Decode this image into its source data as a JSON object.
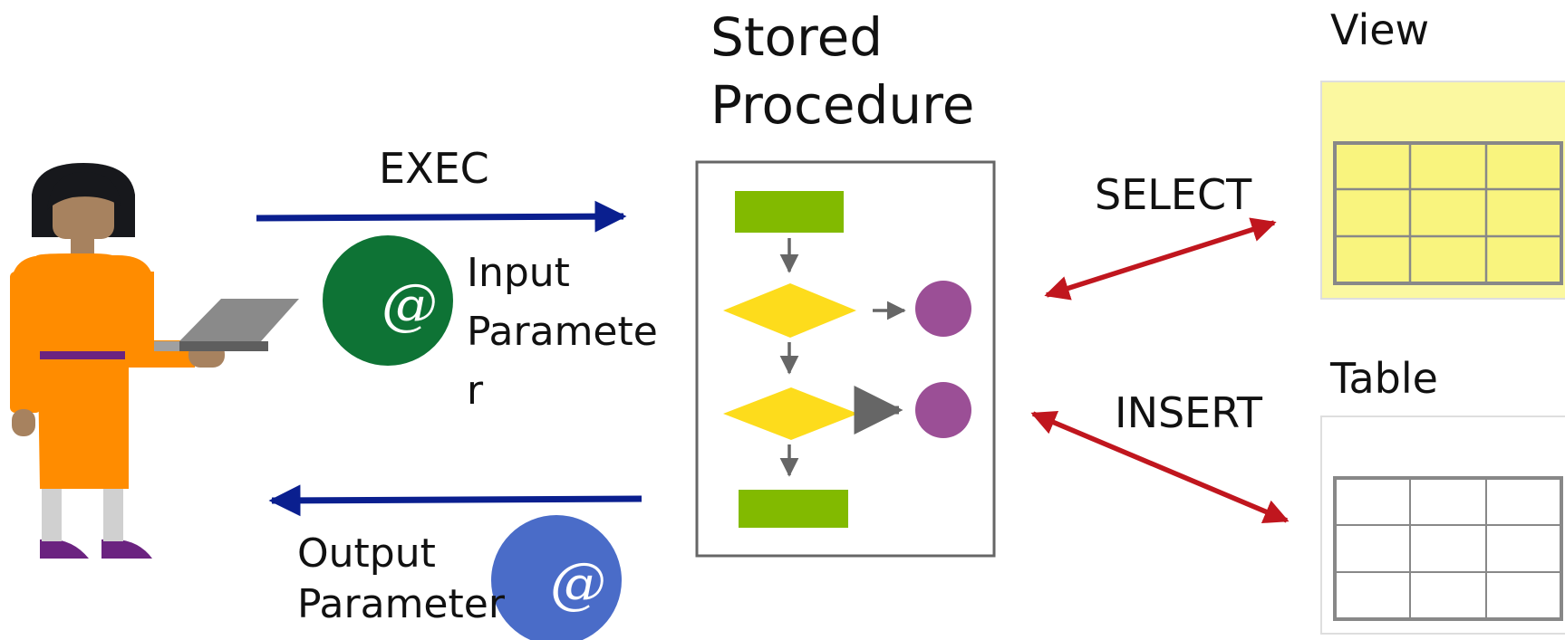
{
  "procedure": {
    "title_line1": "Stored",
    "title_line2": "Procedure"
  },
  "view": {
    "title": "View"
  },
  "table": {
    "title": "Table"
  },
  "exec": {
    "label": "EXEC"
  },
  "select": {
    "label": "SELECT"
  },
  "insert": {
    "label": "INSERT"
  },
  "input_parameter": {
    "line1": "Input",
    "line2": "Paramete",
    "line3": "r",
    "symbol": "@"
  },
  "output_parameter": {
    "line1": "Output",
    "line2": "Parameter",
    "symbol": "@"
  },
  "colors": {
    "blue_arrow": "#0a1f8f",
    "red_arrow": "#c0161e",
    "input_circle": "#0e7335",
    "output_circle": "#4a6cc8",
    "flow_rect": "#82ba00",
    "flow_diamond": "#fddc1c",
    "flow_circle": "#9b4f96",
    "person_dress": "#ff8c00",
    "view_fill": "#fbf8a0"
  },
  "icons": [
    "person-icon",
    "laptop-icon",
    "flowchart-icon",
    "grid-icon"
  ]
}
